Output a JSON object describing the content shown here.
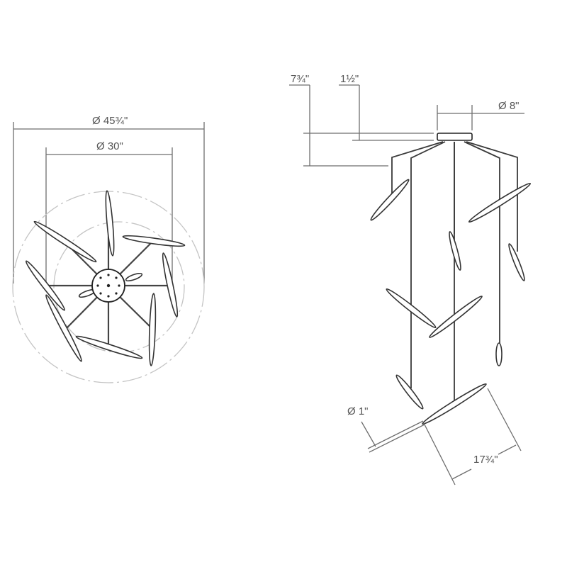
{
  "drawing": {
    "type": "pendant-light-dimension-drawing",
    "views": [
      "plan-view",
      "elevation-view"
    ]
  },
  "plan_view": {
    "overall_diameter": "Ø 45¾\"",
    "inner_diameter": "Ø 30\""
  },
  "elevation_view": {
    "overall_drop": "7¾\"",
    "canopy_height": "1½\"",
    "canopy_diameter": "Ø 8\"",
    "element_diameter": "Ø 1\"",
    "element_length": "17¾\""
  },
  "colors": {
    "line": "#333333",
    "dimension": "#6e6e6e",
    "dashed_circle": "#c4c4c4",
    "background": "#ffffff"
  }
}
